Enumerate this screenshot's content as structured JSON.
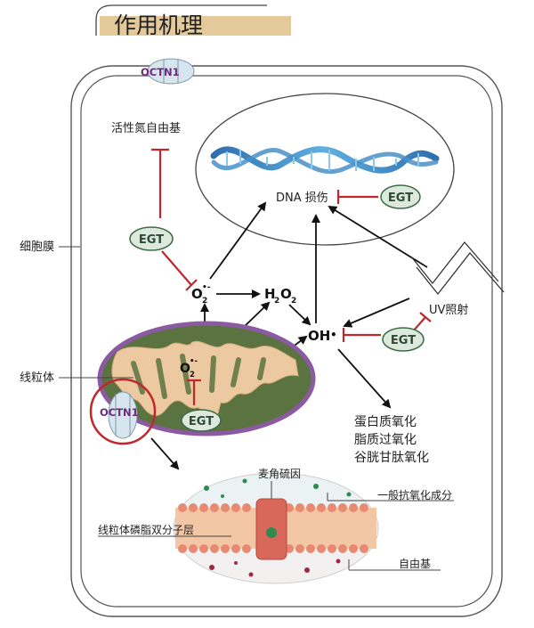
{
  "header": {
    "title": "作用机理"
  },
  "labels": {
    "octn1_top": "OCTN1",
    "octn1_mito": "OCTN1",
    "rns": "活性氮自由基",
    "dna_damage": "DNA 损伤",
    "membrane": "细胞膜",
    "mitochondria": "线粒体",
    "uv": "UV照射",
    "protein_oxidation": "蛋白质氧化",
    "lipid_peroxidation": "脂质过氧化",
    "glutathione_oxidation": "谷胱甘肽氧化",
    "ergothioneine": "麦角硫因",
    "general_antioxidant": "一般抗氧化成分",
    "bilayer": "线粒体磷脂双分子层",
    "free_radical": "自由基"
  },
  "egt": {
    "dna": "EGT",
    "rns": "EGT",
    "oh": "EGT",
    "mito": "EGT"
  },
  "species": {
    "superoxide_main": "O",
    "superoxide_main_sub": "2",
    "superoxide_main_sup": "•-",
    "superoxide_mito": "O",
    "superoxide_mito_sub": "2",
    "superoxide_mito_sup": "•-",
    "h2o2_h": "H",
    "h2o2_sub1": "2",
    "h2o2_o": "O",
    "h2o2_sub2": "2",
    "hydroxyl": "OH",
    "hydroxyl_dot": "•"
  },
  "colors": {
    "inhibit": "#c0272d",
    "egt_fill": "#dde9dd",
    "egt_stroke": "#3c6b46",
    "mito_green": "#5a7340",
    "mito_purple": "#8b5aa3",
    "crista": "#ecc9a0",
    "octn1_text": "#6d2a7d",
    "header_bar": "#e4c99a"
  }
}
